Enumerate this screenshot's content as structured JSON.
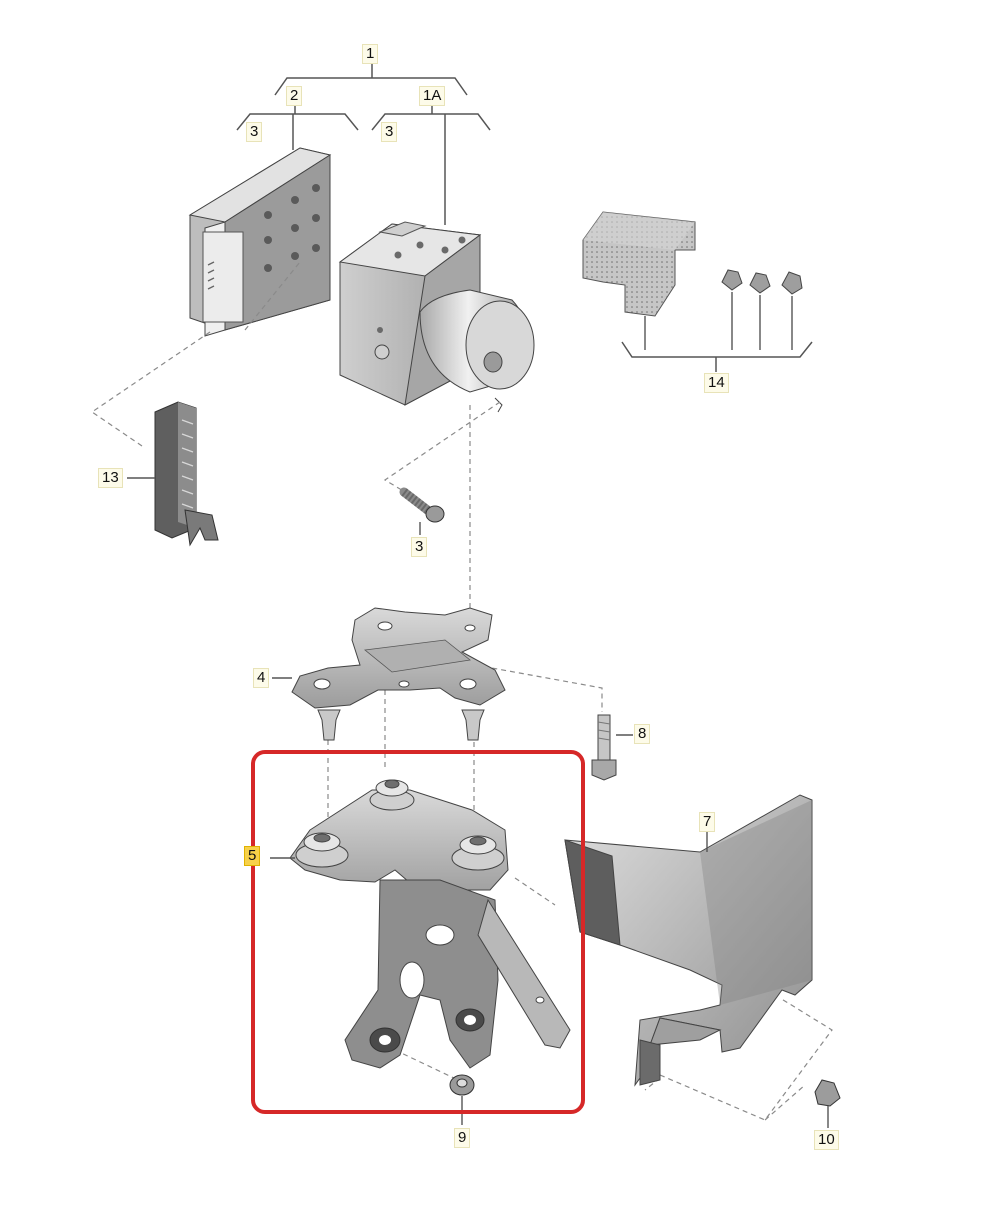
{
  "labels": {
    "l1": "1",
    "l1A": "1A",
    "l2": "2",
    "l3a": "3",
    "l3b": "3",
    "l3c": "3",
    "l4": "4",
    "l5": "5",
    "l7": "7",
    "l8": "8",
    "l9": "9",
    "l10": "10",
    "l13": "13",
    "l14": "14"
  },
  "colors": {
    "highlight_box": "#d62828",
    "label_bg": "#fdfbe9",
    "label_highlight": "#f7d14a",
    "part_light": "#dedede",
    "part_mid": "#b5b5b5",
    "part_dark": "#6e6e6e",
    "line": "#555555",
    "dash": "#8a8a8a"
  },
  "highlighted_part": "5"
}
